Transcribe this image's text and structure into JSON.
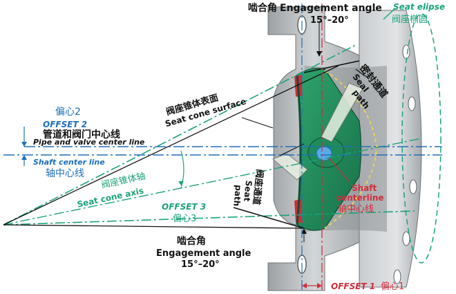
{
  "labels": {
    "engagement_top_cn": "啮合角",
    "engagement_top_en": "Engagement angle",
    "engagement_top_range": "15°–20°",
    "seat_elipse_en": "Seat elipse",
    "seat_elipse_cn": "阀座椭圆",
    "seal_path_cn": "密封通道",
    "seal_path_en_1": "Seal",
    "seal_path_en_2": "path",
    "seat_surface_cn": "阀座锥体表面",
    "seat_surface_en": "Seat cone surface",
    "offset2_cn": "偏心2",
    "offset2_en": "OFFSET 2",
    "pipe_center_cn": "管道和阀门中心线",
    "pipe_center_en": "Pipe and valve center line",
    "shaft_center_en": "Shaft center line",
    "shaft_center_cn": "轴中心线",
    "seat_axis_cn": "阀座锥体轴",
    "seat_axis_en": "Seat cone axis",
    "seat_path_cn": "阀座通道",
    "seat_path_en_1": "Seat",
    "seat_path_en_2": "path",
    "offset3_en": "OFFSET 3",
    "offset3_cn": "偏心3",
    "shaft_centerline_en_1": "Shaft",
    "shaft_centerline_en_2": "centerline",
    "shaft_centerline_cn": "轴中心线",
    "engagement_bottom_cn": "啮合角",
    "engagement_bottom_en": "Engagement angle",
    "engagement_bottom_range": "15°–20°",
    "offset1_en": "OFFSET 1",
    "offset1_cn": "偏心1"
  },
  "colors": {
    "black": "#111111",
    "blue": "#1d6fb8",
    "green": "#1aa37a",
    "red": "#d42b3a",
    "disc_green": "#1f8a5a",
    "body_gray": "#b9bcbe",
    "seal_yellow": "#e8d25a"
  }
}
